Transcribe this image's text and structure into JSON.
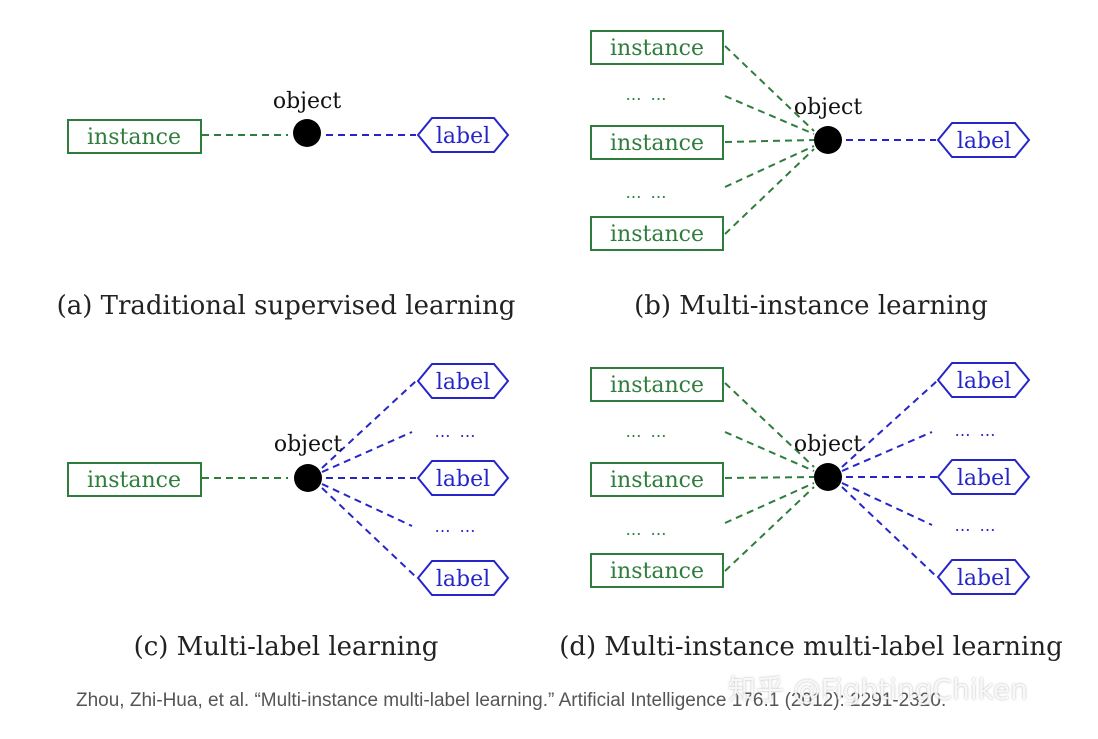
{
  "colors": {
    "instance": "#2e7d3c",
    "label": "#2626c8",
    "object": "#000000"
  },
  "panels": {
    "a": {
      "caption": "(a) Traditional supervised learning",
      "object_label": "object",
      "instances": [
        "instance"
      ],
      "labels": [
        "label"
      ]
    },
    "b": {
      "caption": "(b) Multi-instance learning",
      "object_label": "object",
      "instances": [
        "instance",
        "instance",
        "instance"
      ],
      "instance_ellipses": [
        "… …",
        "… …"
      ],
      "labels": [
        "label"
      ]
    },
    "c": {
      "caption": "(c) Multi-label learning",
      "object_label": "object",
      "instances": [
        "instance"
      ],
      "labels": [
        "label",
        "label",
        "label"
      ],
      "label_ellipses": [
        "… …",
        "… …"
      ]
    },
    "d": {
      "caption": "(d) Multi-instance multi-label learning",
      "object_label": "object",
      "instances": [
        "instance",
        "instance",
        "instance"
      ],
      "instance_ellipses": [
        "… …",
        "… …"
      ],
      "labels": [
        "label",
        "label",
        "label"
      ],
      "label_ellipses": [
        "… …",
        "… …"
      ]
    }
  },
  "citation": "Zhou, Zhi-Hua, et al. “Multi-instance multi-label learning.” Artificial Intelligence 176.1 (2012): 2291-2320.",
  "watermark": "知乎 @FightingChiken"
}
